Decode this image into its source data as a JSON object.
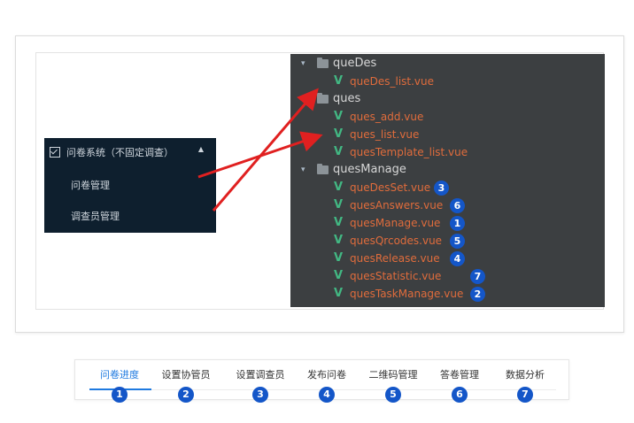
{
  "menu": {
    "title": "问卷系统（不固定调查）",
    "caret": "▲",
    "items": [
      {
        "label": "问卷管理"
      },
      {
        "label": "调查员管理"
      }
    ]
  },
  "tree": {
    "folders": [
      "queDes",
      "ques",
      "quesManage"
    ],
    "vue_icon": "V",
    "files": [
      {
        "name": "queDes_list.vue",
        "badge": ""
      },
      {
        "name": "ques_add.vue",
        "badge": ""
      },
      {
        "name": "ques_list.vue",
        "badge": ""
      },
      {
        "name": "quesTemplate_list.vue",
        "badge": ""
      },
      {
        "name": "queDesSet.vue",
        "badge": "3"
      },
      {
        "name": "quesAnswers.vue",
        "badge": "6"
      },
      {
        "name": "quesManage.vue",
        "badge": "1"
      },
      {
        "name": "quesQrcodes.vue",
        "badge": "5"
      },
      {
        "name": "quesRelease.vue",
        "badge": "4"
      },
      {
        "name": "quesStatistic.vue",
        "badge": "7"
      },
      {
        "name": "quesTaskManage.vue",
        "badge": "2"
      }
    ]
  },
  "tabs": [
    {
      "label": "问卷进度",
      "badge": "1",
      "active": true
    },
    {
      "label": "设置协管员",
      "badge": "2"
    },
    {
      "label": "设置调查员",
      "badge": "3"
    },
    {
      "label": "发布问卷",
      "badge": "4"
    },
    {
      "label": "二维码管理",
      "badge": "5"
    },
    {
      "label": "答卷管理",
      "badge": "6"
    },
    {
      "label": "数据分析",
      "badge": "7"
    }
  ],
  "colors": {
    "badge": "#1456c8",
    "arrow": "#e02020",
    "vue_green": "#42b883",
    "file_orange": "#e06c3c",
    "tab_active": "#1f7ae0"
  },
  "icons": {
    "folder": "folder-icon",
    "vue": "vue-file-icon",
    "chevron": "chevron-down-icon",
    "check": "checkbox-icon"
  }
}
